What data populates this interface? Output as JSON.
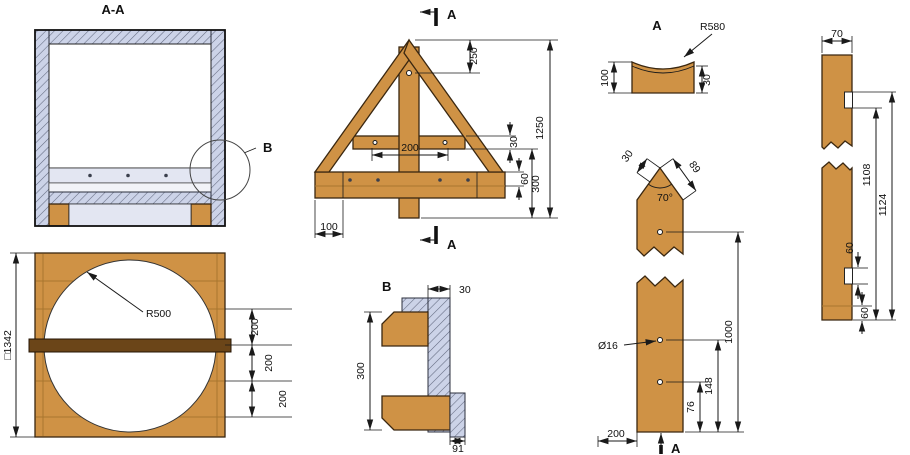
{
  "drawing": {
    "section_aa": {
      "title": "A-A",
      "detail_callout": "B"
    },
    "panel": {
      "radius_label": "R500",
      "side_dim": "□1342",
      "dim1": "200",
      "dim2": "200",
      "dim3": "200"
    },
    "roof": {
      "cut_top": "A",
      "cut_bottom": "A",
      "dim_apex": "250",
      "dim_height": "1250",
      "dim_span": "200",
      "dim_beam": "30",
      "dim_plate": "60",
      "dim_base": "300",
      "dim_overhang": "100"
    },
    "detail_b": {
      "title": "B",
      "dim_thickness": "30",
      "dim_height": "300",
      "dim_offset": "91"
    },
    "cap": {
      "title": "A",
      "radius_label": "R580",
      "dim_height": "100",
      "dim_edge": "30"
    },
    "post": {
      "dim_tip": "30",
      "dim_edge": "89",
      "angle": "70°",
      "hole_dia": "Ø16",
      "dim_hole1": "76",
      "dim_hole2": "148",
      "dim_hole3": "1000",
      "dim_width": "200",
      "cut_bottom": "A"
    },
    "side": {
      "dim_width": "70",
      "dim_len_inner": "1108",
      "dim_len_outer": "1124",
      "dim_notch_upper": "60",
      "dim_notch_lower": "60"
    }
  },
  "colors": {
    "wood": "#cf9245",
    "section_fill": "#ccd3e8",
    "band": "#6b4518",
    "line": "#1a1a1a",
    "background": "#ffffff"
  }
}
